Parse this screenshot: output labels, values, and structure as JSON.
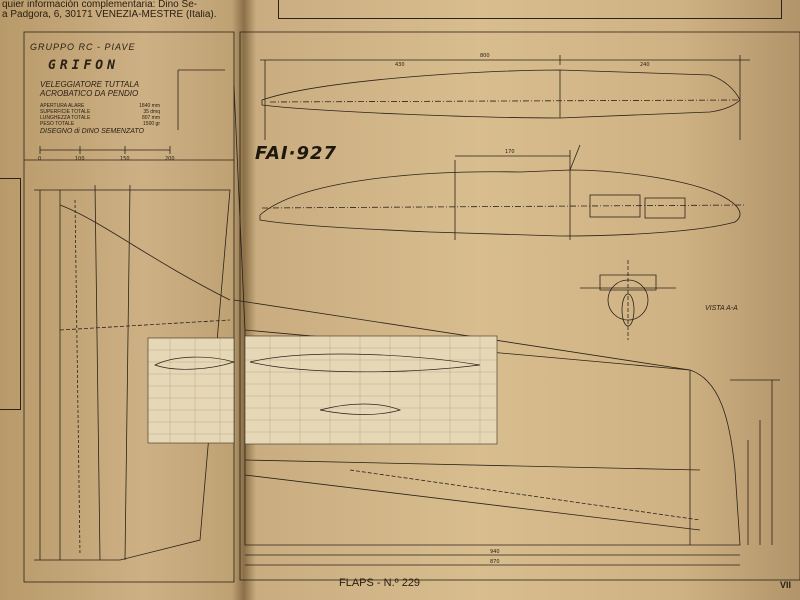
{
  "header": {
    "line1": "quier información complementaria: Dino Se-",
    "line2": "a Padgora, 6, 30171 VENEZIA-MESTRE (Italia)."
  },
  "plan": {
    "group": "GRUPPO RC - PIAVE",
    "model": "GRIFON",
    "subtitle_line1": "VELEGGIATORE TUTTALA",
    "subtitle_line2": "ACROBATICO DA PENDIO",
    "specs": [
      {
        "label": "APERTURA ALARE",
        "value": "1840 mm"
      },
      {
        "label": "SUPERFICIE TOTALE",
        "value": "35 dmq"
      },
      {
        "label": "LUNGHEZZA TOTALE",
        "value": "807 mm"
      },
      {
        "label": "PESO TOTALE",
        "value": "1500 gr"
      }
    ],
    "designer": "DISEGNO  di  DINO  SEMENZATO",
    "registration": "FAI·927",
    "view_label": "VISTA A-A",
    "scale_labels": [
      "0",
      "100",
      "150",
      "200"
    ],
    "dimensions": [
      "800",
      "430",
      "240",
      "170",
      "940",
      "870"
    ]
  },
  "footer": {
    "magazine": "FLAPS - N.º 229",
    "page": "VII"
  }
}
